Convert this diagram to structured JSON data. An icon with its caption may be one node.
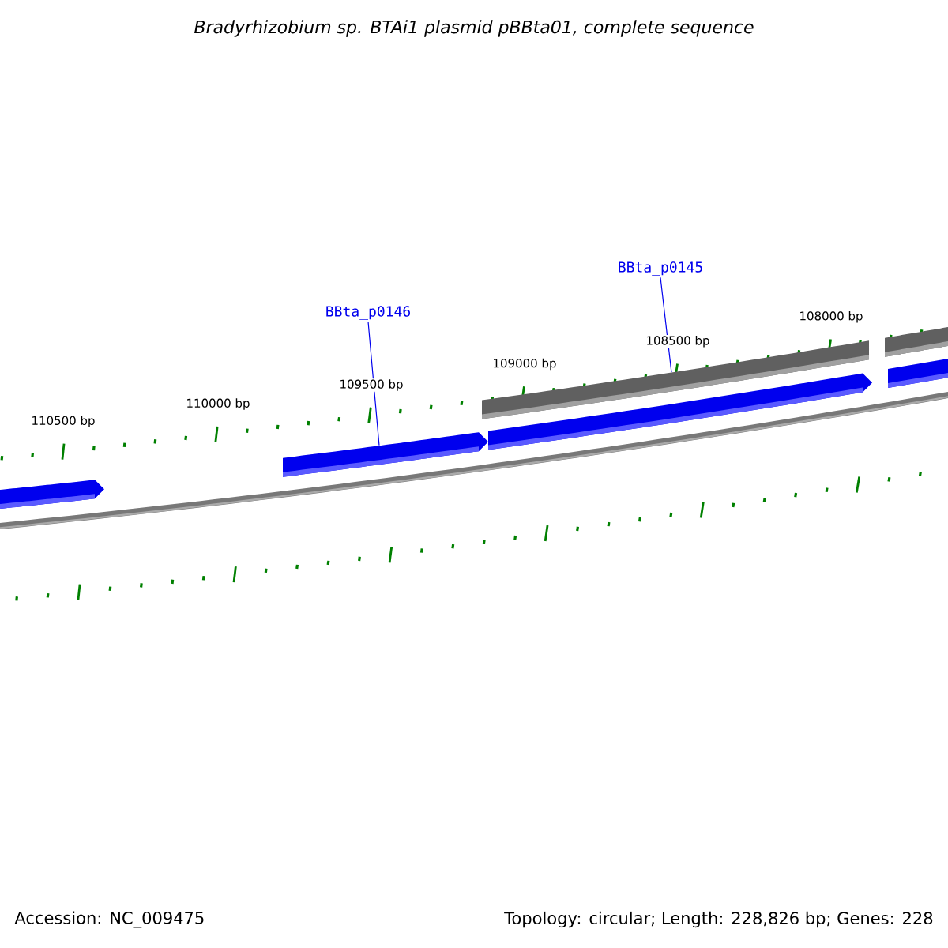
{
  "diagram": {
    "title": "Bradyrhizobium sp. BTAi1 plasmid pBBta01, complete sequence",
    "nodes": [
      {
        "text": [
          "BBta_p0146"
        ]
      },
      {
        "text": [],
        "shape": "bar"
      },
      {
        "text": [
          "BBta_p0145"
        ]
      },
      {
        "text": [],
        "shape": "bar"
      }
    ],
    "edges": [
      {
        "from": 0,
        "to": 1,
        "arrow": "none"
      },
      {
        "from": 2,
        "to": 3,
        "arrow": "none"
      }
    ],
    "labels": [
      "110500 bp",
      "110000 bp",
      "109500 bp",
      "109000 bp",
      "108500 bp",
      "108000 bp",
      "Accession: NC_009475",
      "Topology: circular; Length: 228,826 bp; Genes: 228"
    ]
  }
}
